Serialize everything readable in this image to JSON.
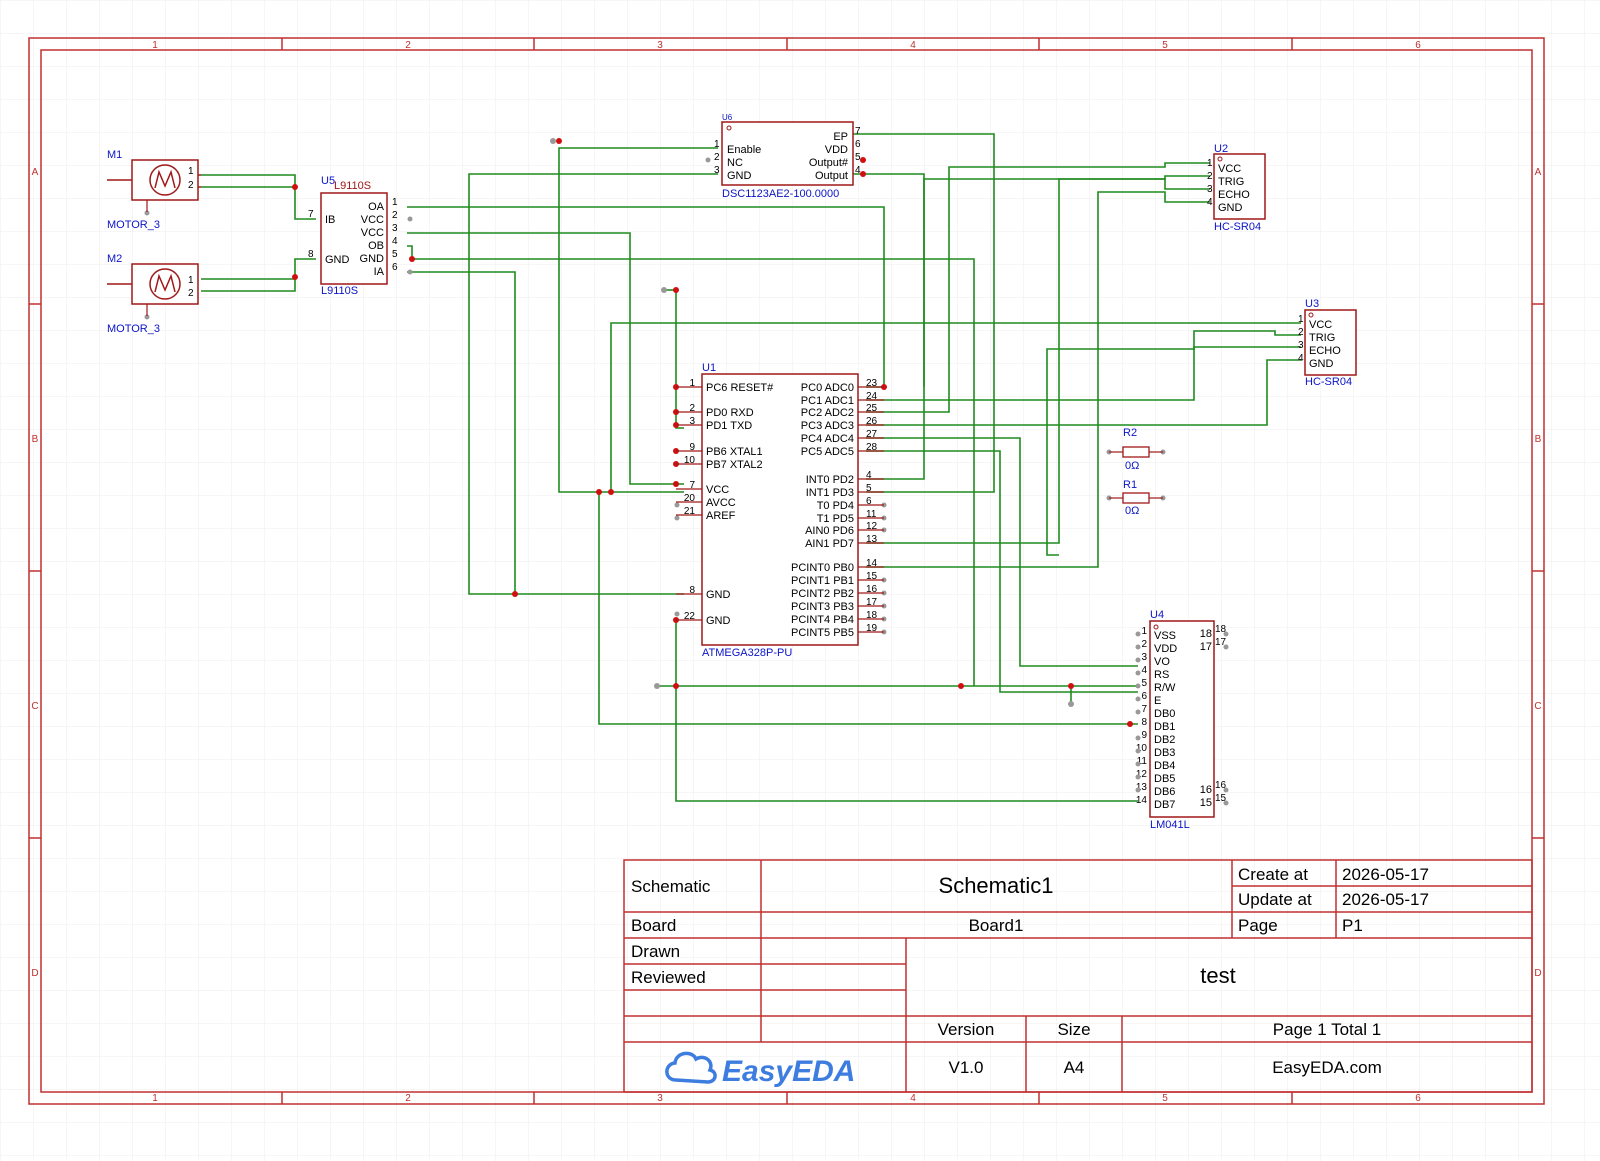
{
  "frame": {
    "columns": [
      "1",
      "2",
      "3",
      "4",
      "5",
      "6"
    ],
    "rows": [
      "A",
      "B",
      "C",
      "D"
    ]
  },
  "components": {
    "m1": {
      "designator": "M1",
      "value": "MOTOR_3",
      "pins": [
        "1",
        "2"
      ]
    },
    "m2": {
      "designator": "M2",
      "value": "MOTOR_3",
      "pins": [
        "1",
        "2"
      ]
    },
    "u5": {
      "designator": "U5",
      "part": "L9110S",
      "value": "L9110S",
      "left_pins": [
        {
          "num": "7",
          "name": "IB"
        },
        {
          "num": "8",
          "name": "GND"
        }
      ],
      "right_pins": [
        {
          "num": "1",
          "name": "OA"
        },
        {
          "num": "2",
          "name": "VCC"
        },
        {
          "num": "3",
          "name": "VCC"
        },
        {
          "num": "4",
          "name": "OB"
        },
        {
          "num": "5",
          "name": "GND"
        },
        {
          "num": "6",
          "name": "IA"
        }
      ]
    },
    "u6": {
      "designator": "U6",
      "value": "DSC1123AE2-100.0000",
      "left_pins": [
        {
          "num": "1",
          "name": "Enable"
        },
        {
          "num": "2",
          "name": "NC"
        },
        {
          "num": "3",
          "name": "GND"
        }
      ],
      "right_pins": [
        {
          "num": "7",
          "name": "EP"
        },
        {
          "num": "6",
          "name": "VDD"
        },
        {
          "num": "5",
          "name": "Output#"
        },
        {
          "num": "4",
          "name": "Output"
        }
      ]
    },
    "u2": {
      "designator": "U2",
      "value": "HC-SR04",
      "pins": [
        {
          "num": "1",
          "name": "VCC"
        },
        {
          "num": "2",
          "name": "TRIG"
        },
        {
          "num": "3",
          "name": "ECHO"
        },
        {
          "num": "4",
          "name": "GND"
        }
      ]
    },
    "u3": {
      "designator": "U3",
      "value": "HC-SR04",
      "pins": [
        {
          "num": "1",
          "name": "VCC"
        },
        {
          "num": "2",
          "name": "TRIG"
        },
        {
          "num": "3",
          "name": "ECHO"
        },
        {
          "num": "4",
          "name": "GND"
        }
      ]
    },
    "u1": {
      "designator": "U1",
      "value": "ATMEGA328P-PU",
      "left_pins": [
        {
          "num": "1",
          "name": "PC6 RESET#"
        },
        {
          "num": "2",
          "name": "PD0 RXD"
        },
        {
          "num": "3",
          "name": "PD1 TXD"
        },
        {
          "num": "9",
          "name": "PB6 XTAL1"
        },
        {
          "num": "10",
          "name": "PB7 XTAL2"
        },
        {
          "num": "7",
          "name": "VCC"
        },
        {
          "num": "20",
          "name": "AVCC"
        },
        {
          "num": "21",
          "name": "AREF"
        },
        {
          "num": "8",
          "name": "GND"
        },
        {
          "num": "22",
          "name": "GND"
        }
      ],
      "right_pins": [
        {
          "num": "23",
          "name": "PC0 ADC0"
        },
        {
          "num": "24",
          "name": "PC1 ADC1"
        },
        {
          "num": "25",
          "name": "PC2 ADC2"
        },
        {
          "num": "26",
          "name": "PC3 ADC3"
        },
        {
          "num": "27",
          "name": "PC4 ADC4"
        },
        {
          "num": "28",
          "name": "PC5 ADC5"
        },
        {
          "num": "4",
          "name": "INT0 PD2"
        },
        {
          "num": "5",
          "name": "INT1 PD3"
        },
        {
          "num": "6",
          "name": "T0 PD4"
        },
        {
          "num": "11",
          "name": "T1 PD5"
        },
        {
          "num": "12",
          "name": "AIN0 PD6"
        },
        {
          "num": "13",
          "name": "AIN1 PD7"
        },
        {
          "num": "14",
          "name": "PCINT0 PB0"
        },
        {
          "num": "15",
          "name": "PCINT1 PB1"
        },
        {
          "num": "16",
          "name": "PCINT2 PB2"
        },
        {
          "num": "17",
          "name": "PCINT3 PB3"
        },
        {
          "num": "18",
          "name": "PCINT4 PB4"
        },
        {
          "num": "19",
          "name": "PCINT5 PB5"
        }
      ]
    },
    "r1": {
      "designator": "R1",
      "value": "0Ω"
    },
    "r2": {
      "designator": "R2",
      "value": "0Ω"
    },
    "u4": {
      "designator": "U4",
      "value": "LM041L",
      "left_pins": [
        {
          "num": "1",
          "name": "VSS"
        },
        {
          "num": "2",
          "name": "VDD"
        },
        {
          "num": "3",
          "name": "VO"
        },
        {
          "num": "4",
          "name": "RS"
        },
        {
          "num": "5",
          "name": "R/W"
        },
        {
          "num": "6",
          "name": "E"
        },
        {
          "num": "7",
          "name": "DB0"
        },
        {
          "num": "8",
          "name": "DB1"
        },
        {
          "num": "9",
          "name": "DB2"
        },
        {
          "num": "10",
          "name": "DB3"
        },
        {
          "num": "11",
          "name": "DB4"
        },
        {
          "num": "12",
          "name": "DB5"
        },
        {
          "num": "13",
          "name": "DB6"
        },
        {
          "num": "14",
          "name": "DB7"
        }
      ],
      "right_pins": [
        {
          "num": "18"
        },
        {
          "num": "17"
        },
        {
          "num": "16"
        },
        {
          "num": "15"
        }
      ]
    }
  },
  "title_block": {
    "schematic_label": "Schematic",
    "schematic_name": "Schematic1",
    "create_label": "Create at",
    "create_date": "2026-05-17",
    "update_label": "Update at",
    "update_date": "2026-05-17",
    "board_label": "Board",
    "board_name": "Board1",
    "page_label": "Page",
    "page_value": "P1",
    "drawn_label": "Drawn",
    "reviewed_label": "Reviewed",
    "project_name": "test",
    "version_label": "Version",
    "version_value": "V1.0",
    "size_label": "Size",
    "size_value": "A4",
    "page_total": "Page  1  Total  1",
    "logo_text": "EasyEDA",
    "website": "EasyEDA.com"
  },
  "colors": {
    "frame": "#c03030",
    "component": "#a01818",
    "wire": "#1e8c1e",
    "designator": "#0b14c8",
    "junction": "#d01010",
    "logo": "#3e7de0",
    "grid": "#ececec"
  }
}
